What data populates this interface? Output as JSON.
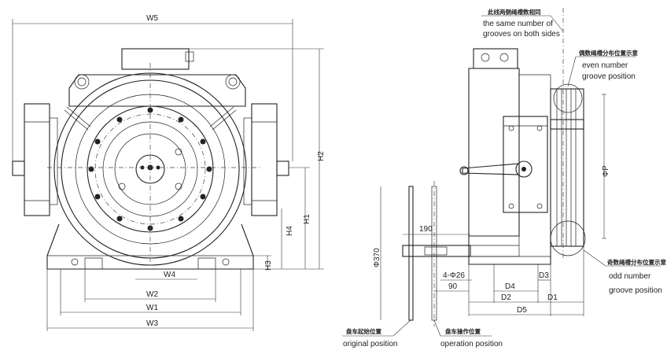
{
  "dimension_labels": {
    "w5": "W5",
    "w4": "W4",
    "w2": "W2",
    "w1": "W1",
    "w3": "W3",
    "h1": "H1",
    "h2": "H2",
    "h3": "H3",
    "h4": "H4",
    "phi_p": "ΦP",
    "phi_370": "Φ370",
    "d190": "190",
    "holes": "4-Φ26",
    "d90": "90",
    "d4": "D4",
    "d3": "D3",
    "d2": "D2",
    "d1": "D1",
    "d5": "D5"
  },
  "annotations": {
    "same_grooves_cn": "此线两侧绳槽数相同",
    "same_grooves_en1": "the same number of",
    "same_grooves_en2": "grooves on both sides",
    "even_cn": "偶数绳槽分布位置示意",
    "even_en1": "even number",
    "even_en2": "groove position",
    "odd_cn": "奇数绳槽分布位置示意",
    "odd_en1": "odd number",
    "odd_en2": "groove position",
    "orig_cn": "盘车起始位置",
    "orig_en": "original position",
    "oper_cn": "盘车操作位置",
    "oper_en": "operation position"
  }
}
